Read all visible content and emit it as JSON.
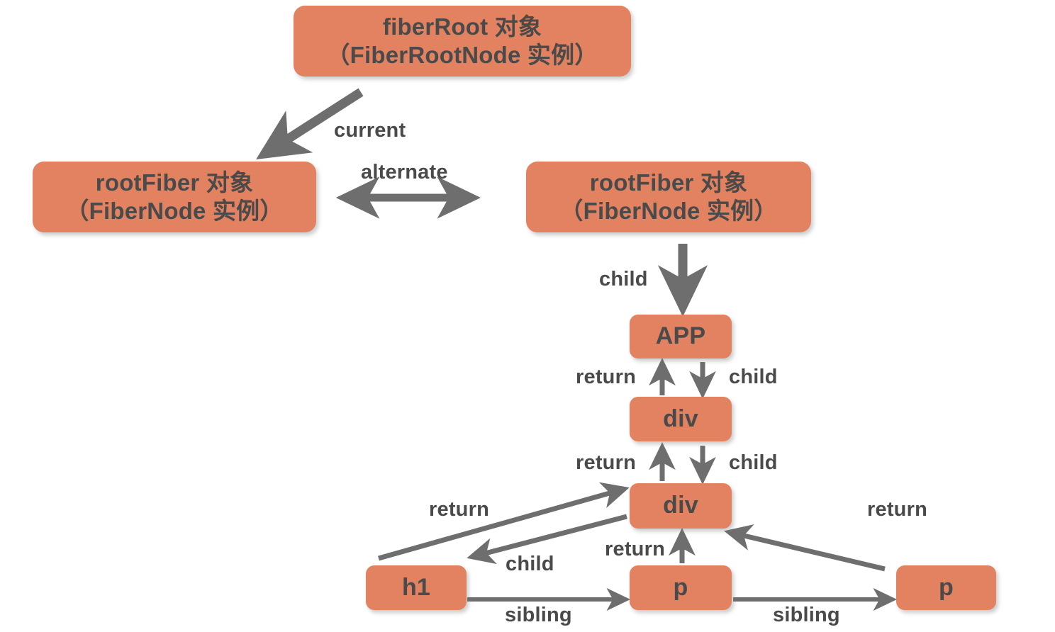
{
  "diagram": {
    "title": "React Fiber tree structure diagram",
    "colors": {
      "node_fill": "#E38260",
      "text": "#4a4a4a",
      "arrow": "#6e6e6e",
      "background": "#ffffff"
    },
    "nodes": [
      {
        "id": "fiberRoot",
        "label": "fiberRoot 对象\n（FiberRootNode 实例）"
      },
      {
        "id": "rootFiberL",
        "label": "rootFiber 对象\n（FiberNode 实例）"
      },
      {
        "id": "rootFiberR",
        "label": "rootFiber 对象\n（FiberNode 实例）"
      },
      {
        "id": "app",
        "label": "APP"
      },
      {
        "id": "div1",
        "label": "div"
      },
      {
        "id": "div2",
        "label": "div"
      },
      {
        "id": "h1",
        "label": "h1"
      },
      {
        "id": "p1",
        "label": "p"
      },
      {
        "id": "p2",
        "label": "p"
      }
    ],
    "edge_labels": {
      "current": "current",
      "alternate": "alternate",
      "child_root_app": "child",
      "return_app_div1": "return",
      "child_app_div1": "child",
      "return_div1_div2": "return",
      "child_div1_div2": "child",
      "return_h1_div2": "return",
      "child_div2_h1": "child",
      "return_p1_div2": "return",
      "return_p2_div2": "return",
      "sibling_h1_p1": "sibling",
      "sibling_p1_p2": "sibling"
    }
  }
}
